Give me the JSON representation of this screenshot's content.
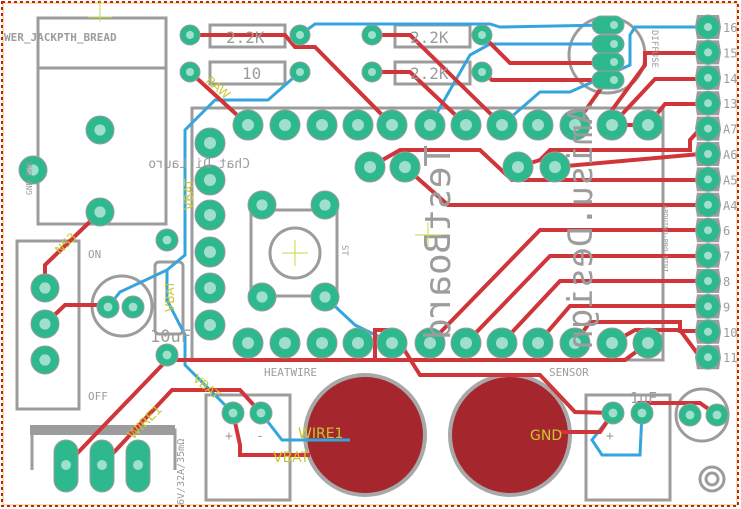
{
  "board": {
    "colors": {
      "top_copper": "#d0353a",
      "bottom_copper": "#35a6dd",
      "pads": "#2eb88d",
      "silkscreen": "#9c9c9c",
      "net_labels": "#c8c832",
      "outline": "#c0202a"
    },
    "components": {
      "r1": "2.2K",
      "r2": "10",
      "r3": "2.2K",
      "r4": "2.2K",
      "power_jack": "WER_JACKPTH_BREAD",
      "power_jack_pin": "GND_BRK",
      "author": "Chat Di Lauro",
      "cap_10uf": "10uF",
      "cap_1uf": "1uF",
      "led": "DIFFUSE",
      "module_label": "TestBoard",
      "design_label": "Amisu.Design",
      "switch_label": "ST",
      "terminal_rating": "6V/32A/35mΩ",
      "arduino_label": "ARDUINO-PRO-MINI"
    },
    "silk_labels": {
      "on": "ON",
      "off": "OFF",
      "heatwire": "HEATWIRE",
      "sensor": "SENSOR",
      "plus": "+",
      "minus": "-"
    },
    "net_labels": {
      "raw": "RAW",
      "vbat": "VBAT",
      "ns3": "NS3",
      "wire1": "WIRE1",
      "gnd": "GND"
    },
    "header_pins": [
      "16",
      "15",
      "14",
      "13",
      "A7",
      "A6",
      "A5",
      "A4",
      "6",
      "7",
      "8",
      "9",
      "10",
      "11"
    ]
  }
}
